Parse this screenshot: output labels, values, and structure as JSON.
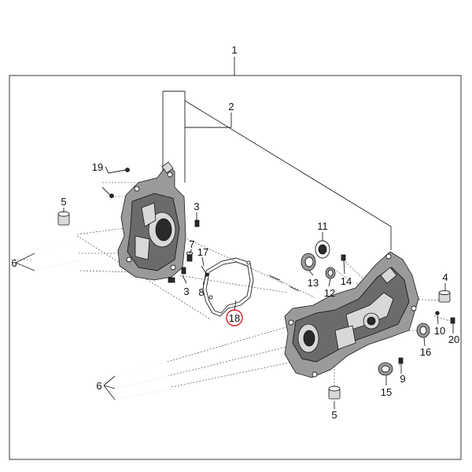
{
  "diagram": {
    "highlight_color": "#e0202a",
    "callouts": {
      "c1": "1",
      "c2": "2",
      "c3a": "3",
      "c3b": "3",
      "c4": "4",
      "c5a": "5",
      "c5b": "5",
      "c6a": "6",
      "c6b": "6",
      "c7": "7",
      "c8": "8",
      "c9": "9",
      "c10": "10",
      "c11": "11",
      "c12": "12",
      "c13": "13",
      "c14": "14",
      "c15": "15",
      "c16": "16",
      "c17": "17",
      "c18": "18",
      "c19": "19",
      "c20": "20"
    },
    "highlighted_part": "18"
  }
}
